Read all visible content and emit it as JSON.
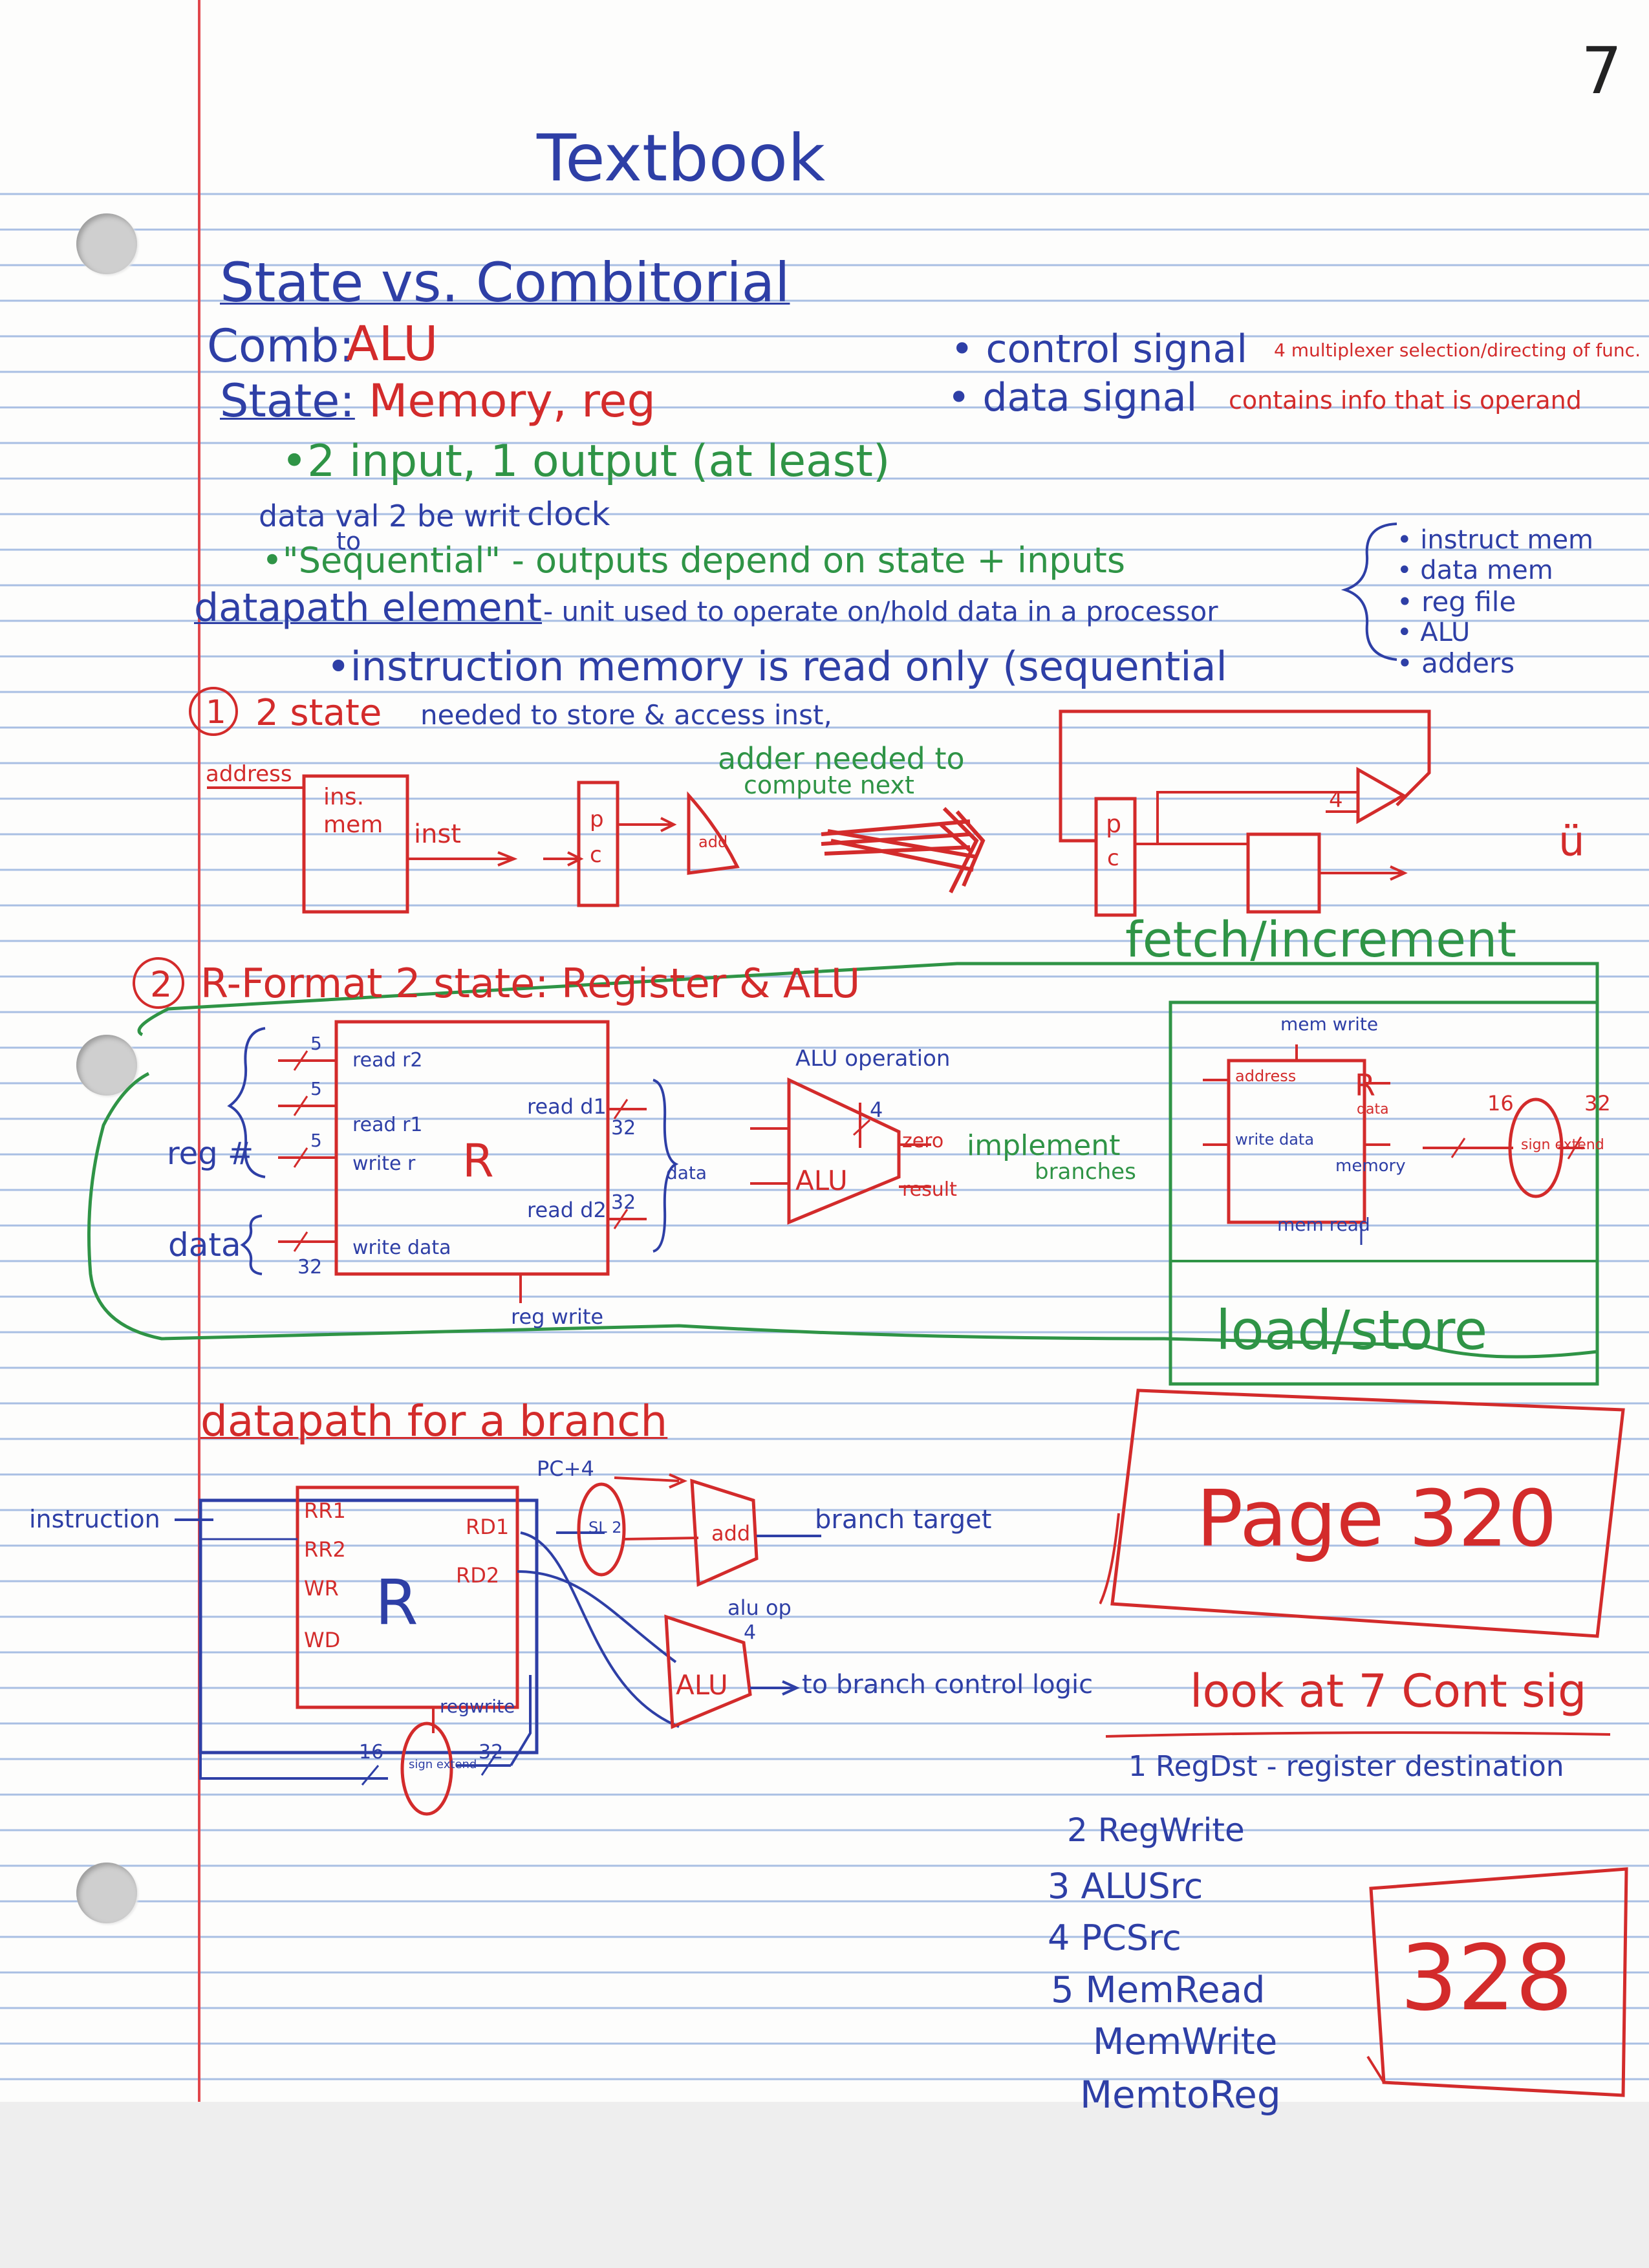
{
  "page": {
    "page_number": "7",
    "title": "Textbook",
    "colors": {
      "blue": "#2e3fa6",
      "red": "#d32b2b",
      "green": "#2f9446",
      "rule_line": "#a9bfe3",
      "margin_line": "#e0474c"
    }
  },
  "intro": {
    "heading": "State vs. Combitorial",
    "comb_label": "Comb:",
    "comb_value": "ALU",
    "state_label": "State:",
    "state_value": "Memory, reg",
    "bullet_inputs": "•2 input, 1 output (at least)",
    "note_inputs_a": "data val 2 be writ",
    "note_inputs_b": "to",
    "note_inputs_c": "clock",
    "bullet_sequential": "•\"Sequential\" - outputs depend on state + inputs",
    "datapath_label": "datapath element",
    "datapath_def": "- unit used to operate on/hold data in a processor",
    "instruction_memory": "•instruction memory is read only (sequential",
    "signals": [
      {
        "name": "• control signal",
        "desc": "4 multiplexer selection/directing of func."
      },
      {
        "name": "• data signal",
        "desc": "contains info that is operand"
      }
    ],
    "elements": [
      "• instruct mem",
      "• data mem",
      "• reg file",
      "• ALU",
      "• adders"
    ]
  },
  "section1": {
    "number": "1",
    "heading": "2 state",
    "note": "needed to store & access inst,",
    "adder_note_a": "adder needed to",
    "adder_note_b": "compute next",
    "address_label": "address",
    "ins_mem_label_a": "ins.",
    "ins_mem_label_b": "mem",
    "inst_label": "inst",
    "pc_label_a": "p",
    "pc_label_b": "c",
    "add_label": "add",
    "adder_input": "4",
    "caption": "fetch/increment",
    "doodle": "ü"
  },
  "section2": {
    "number": "2",
    "heading": "R-Format 2 state: Register & ALU",
    "reg_label": "reg #",
    "data_label": "data",
    "ports_left": [
      "read r1",
      "read r2",
      "write r",
      "write data"
    ],
    "ports_right": [
      "read d1",
      "read d2"
    ],
    "bus_width_5": "5",
    "bus_width_32": "32",
    "reg_block": "R",
    "data_out_label": "data",
    "regwrite_label": "reg write",
    "alu_op_label": "ALU operation",
    "alu_op_width": "4",
    "alu_label": "ALU",
    "alu_zero": "zero",
    "alu_result": "result",
    "implement_note_a": "implement",
    "implement_note_b": "branches"
  },
  "loadstore": {
    "memwrite": "mem write",
    "memread": "mem read",
    "address": "address",
    "write_data": "write data",
    "mem_block": "R",
    "mem_block_sub": "data",
    "mem_block_sub2": "memory",
    "sign_ext": "sign extend",
    "in_width": "16",
    "out_width": "32",
    "caption": "load/store"
  },
  "branch": {
    "heading": "datapath for a branch",
    "instruction_label": "instruction",
    "pc4": "PC+4",
    "regs_left": [
      "RR1",
      "RR2",
      "WR",
      "WD"
    ],
    "regs_right": [
      "RD1",
      "RD2"
    ],
    "reg_block": "R",
    "shift": "SL 2",
    "add": "add",
    "branch_target": "branch target",
    "alu_op": "alu op",
    "alu_op_width": "4",
    "alu": "ALU",
    "to_branch": "to branch control logic",
    "regwrite": "regwrite",
    "in_width": "16",
    "out_width": "32",
    "sign_ext": "sign extend"
  },
  "right_column": {
    "page_ref": "Page 320",
    "look_note": "look at 7 Cont sig",
    "control_signals": [
      "1 RegDst - register destination",
      "2 RegWrite",
      "3 ALUSrc",
      "4 PCSrc",
      "5 MemRead",
      "MemWrite",
      "MemtoReg"
    ],
    "page_ref2": "328"
  }
}
